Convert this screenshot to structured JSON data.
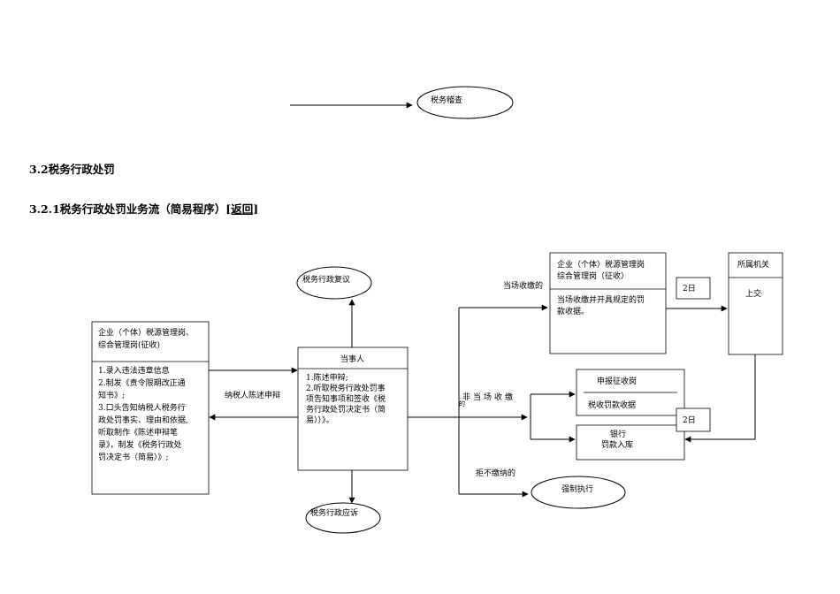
{
  "headings": {
    "section": "3.2税务行政处罚",
    "subsection": "3.2.1税务行政处罚业务流（简易程序）",
    "return_link": "[返回]"
  },
  "diagram": {
    "top_ellipse": "税务稽查",
    "review_ellipse": "税务行政复议",
    "lawsuit_ellipse": "税务行政应诉",
    "enforce_ellipse": "强制执行",
    "left_box": {
      "header_lines": [
        "企业（个体）税源管理岗、",
        "综合管理岗(征收)"
      ],
      "body_lines": [
        "1.录入违法违章信息",
        "2.制发《责令限期改正通",
        "知书》;",
        "3.口头告知纳税人税务行",
        "政处罚事实、理由和依据,",
        "听取制作《陈述申辩笔",
        "录》，制发《税务行政处",
        "罚决定书（简易）》;"
      ]
    },
    "party_box": {
      "header": "当事人",
      "body_lines": [
        "1.陈述申辩;",
        "2.听取税务行政处罚事",
        "项告知事项和签收《税",
        "务行政处罚决定书（简",
        "易））》。"
      ]
    },
    "arrow_label_statement": "纳税人陈述申辩",
    "onsite_box": {
      "header_lines": [
        "企业（个体）税源管理岗",
        "综合管理岗（征收）"
      ],
      "body_lines": [
        "当场收缴并开具规定的罚",
        "款收据。"
      ]
    },
    "label_onsite": "当场收缴的",
    "label_not_onsite": "非当场收缴",
    "label_not_onsite_tail": "的",
    "label_refuse": "拒不缴纳的",
    "two_days_1": "2日",
    "two_days_2": "2日",
    "agency_box": {
      "header": "所属机关",
      "body": "上交"
    },
    "declare_box": {
      "header": "申报征收岗",
      "body": "税收罚款收据"
    },
    "bank_box": {
      "header": "银行",
      "body": "罚款入库"
    }
  }
}
